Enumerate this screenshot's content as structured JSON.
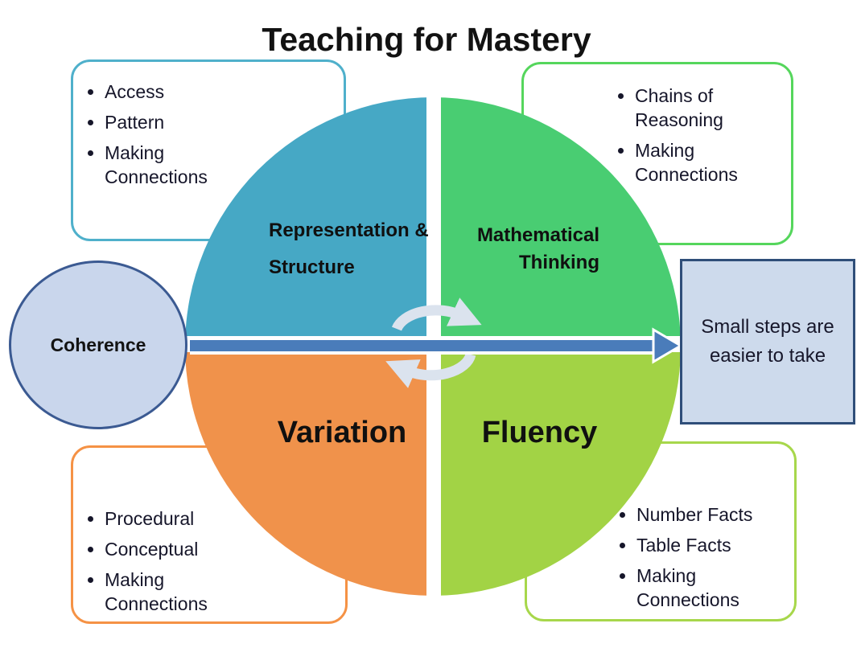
{
  "title": "Teaching for Mastery",
  "quadrants": {
    "top_left": {
      "label": "Representation & Structure",
      "color": "#46a8c5"
    },
    "top_right": {
      "label": "Mathematical Thinking",
      "color": "#49cd72"
    },
    "bottom_left": {
      "label": "Variation",
      "color": "#f0924b"
    },
    "bottom_right": {
      "label": "Fluency",
      "color": "#a2d345"
    }
  },
  "callouts": {
    "top_left": {
      "border_color": "#4fb0cb",
      "items": [
        "Access",
        "Pattern",
        "Making Connections"
      ]
    },
    "top_right": {
      "border_color": "#55d65c",
      "items": [
        "Chains of Reasoning",
        "Making Connections"
      ]
    },
    "bottom_left": {
      "border_color": "#f59245",
      "items": [
        "Procedural",
        "Conceptual",
        "Making Connections"
      ]
    },
    "bottom_right": {
      "border_color": "#a7d74b",
      "items": [
        "Number Facts",
        "Table Facts",
        "Making Connections"
      ]
    }
  },
  "coherence": {
    "label": "Coherence",
    "fill": "#c9d6ec",
    "border": "#3b5a92"
  },
  "outcome": {
    "label": "Small steps are easier to take",
    "fill": "#cddaec",
    "border": "#2f4e79"
  },
  "arrow": {
    "color": "#4a7cba"
  },
  "cycle_icon": {
    "color": "#dbe3ee"
  }
}
